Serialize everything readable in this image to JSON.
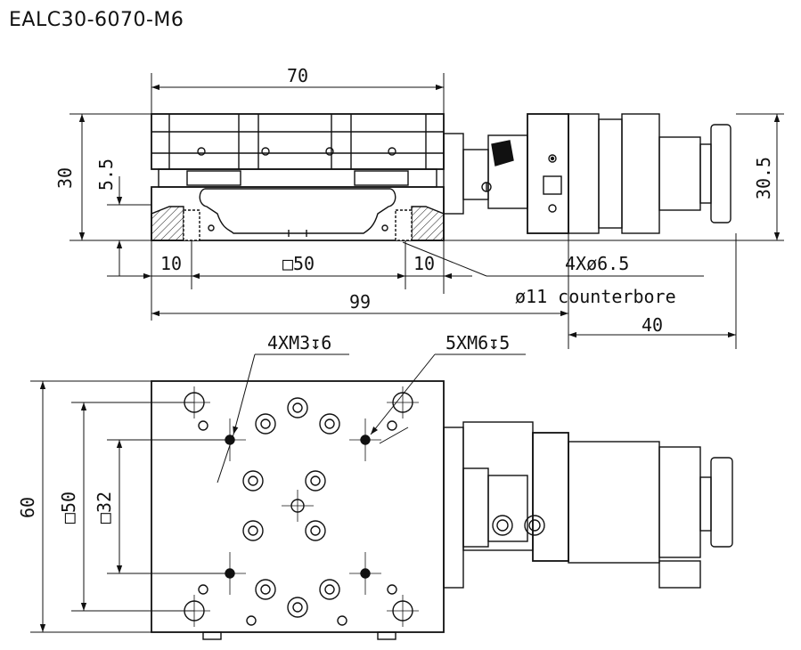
{
  "title": "EALC30-6070-M6",
  "dimensions": {
    "top_width": "70",
    "height_30": "30",
    "height_5_5": "5.5",
    "height_30_5": "30.5",
    "left_10": "10",
    "center_50": "□50",
    "right_10": "10",
    "overall_99": "99",
    "motor_40": "40",
    "width_60": "60",
    "sq_50": "□50",
    "sq_32": "□32"
  },
  "notes": {
    "holes_6_5": "4Xø6.5",
    "counterbore": "ø11 counterbore",
    "m3": "4XM3↧6",
    "m6": "5XM6↧5"
  }
}
